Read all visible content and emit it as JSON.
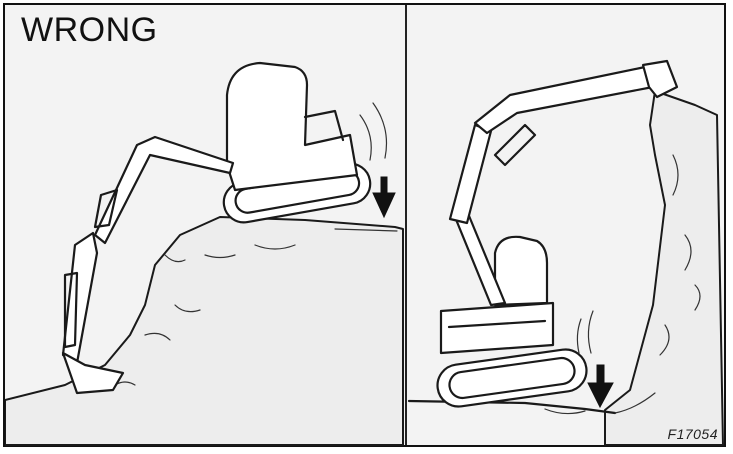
{
  "title": "WRONG",
  "figure_code": "F17054",
  "icons": [
    "excavator-on-edge-left",
    "excavator-below-wall-right",
    "down-arrow-icon"
  ]
}
